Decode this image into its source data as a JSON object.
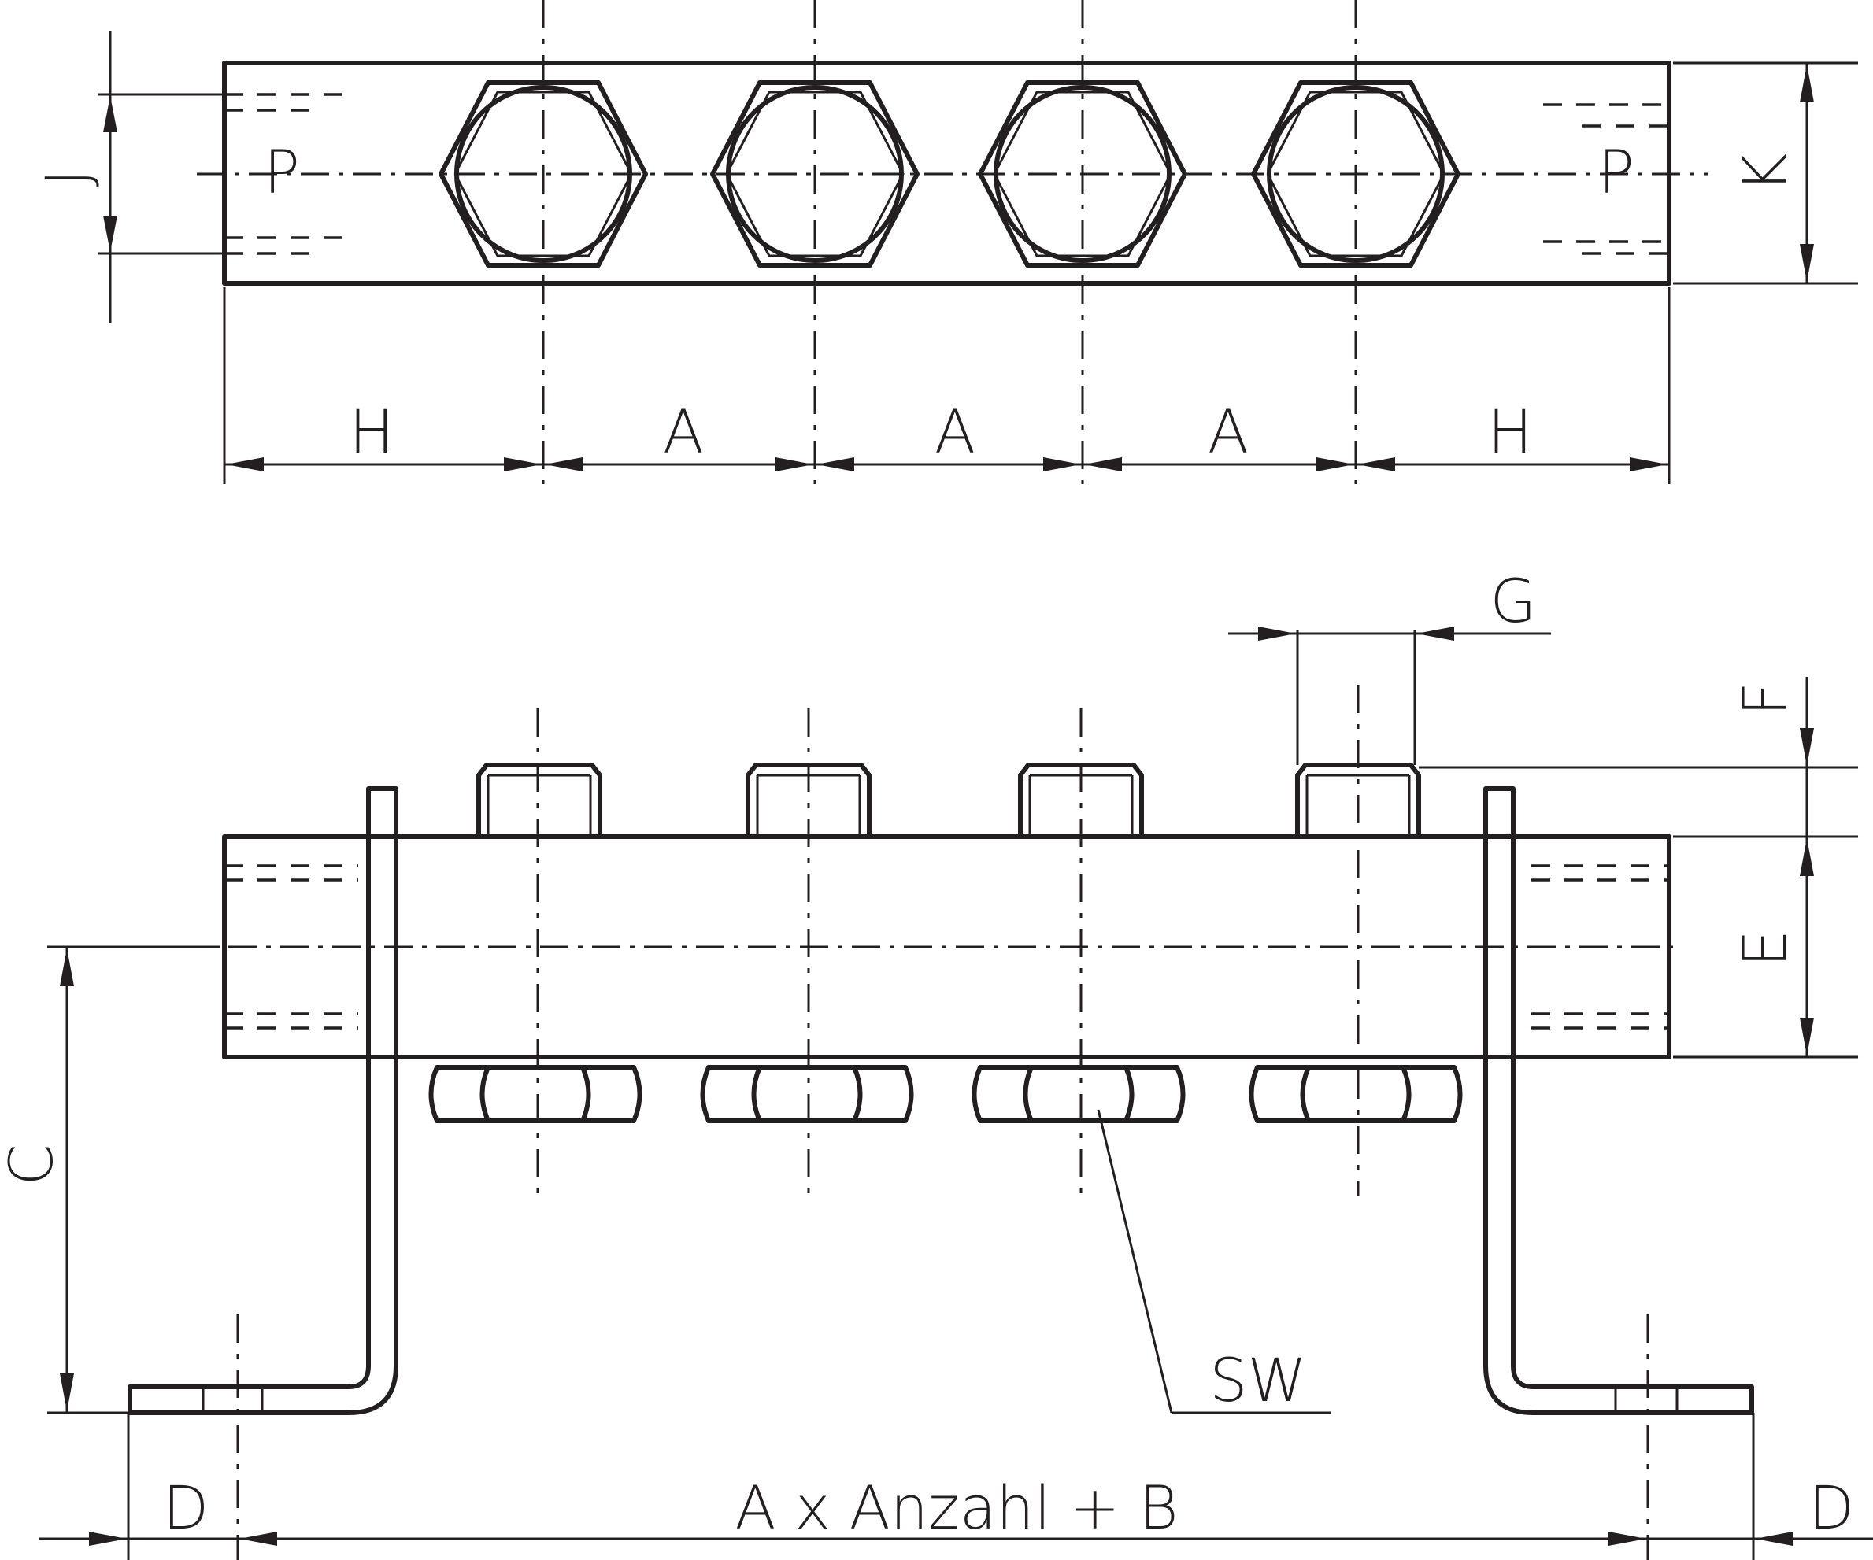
{
  "labels": {
    "port_left": "P",
    "port_right": "P",
    "j": "J",
    "k": "K",
    "h_left": "H",
    "a1": "A",
    "a2": "A",
    "a3": "A",
    "h_right": "H",
    "g": "G",
    "f": "F",
    "e": "E",
    "c": "C",
    "sw": "SW",
    "d_left": "D",
    "d_right": "D",
    "total_length": "A x Anzahl + B"
  }
}
